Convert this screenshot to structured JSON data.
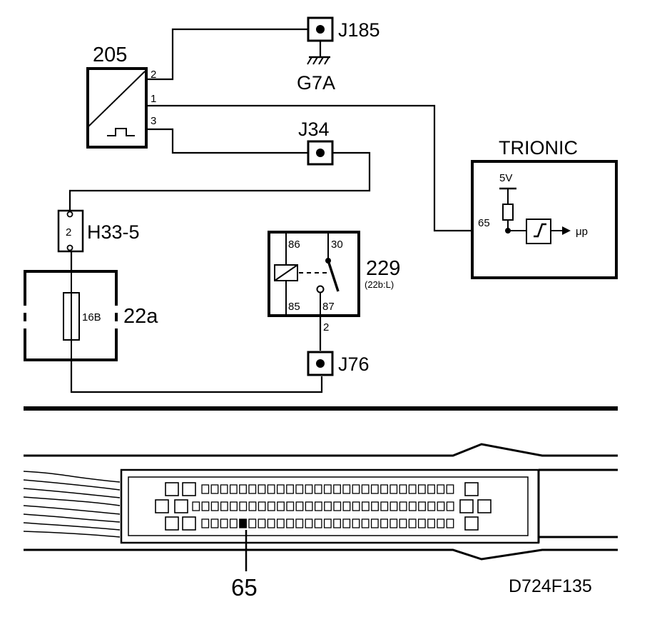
{
  "components": {
    "sensor": {
      "id": "205",
      "pin1": "1",
      "pin2": "2",
      "pin3": "3"
    },
    "ground_joint": {
      "id": "J185"
    },
    "ground": {
      "id": "G7A"
    },
    "joint_j34": {
      "id": "J34"
    },
    "connector": {
      "id": "H33-5",
      "pin": "2"
    },
    "fuse_box": {
      "id": "22a",
      "fuse": "16B"
    },
    "relay": {
      "id": "229",
      "sub": "(22b:L)",
      "pin86": "86",
      "pin30": "30",
      "pin85": "85",
      "pin87": "87",
      "out_pin": "2"
    },
    "joint_j76": {
      "id": "J76"
    },
    "ecu": {
      "title": "TRIONIC",
      "supply": "5V",
      "pin": "65",
      "processor": "μp"
    }
  },
  "connector_view": {
    "highlighted_pin": "65"
  },
  "figure_code": "D724F135"
}
